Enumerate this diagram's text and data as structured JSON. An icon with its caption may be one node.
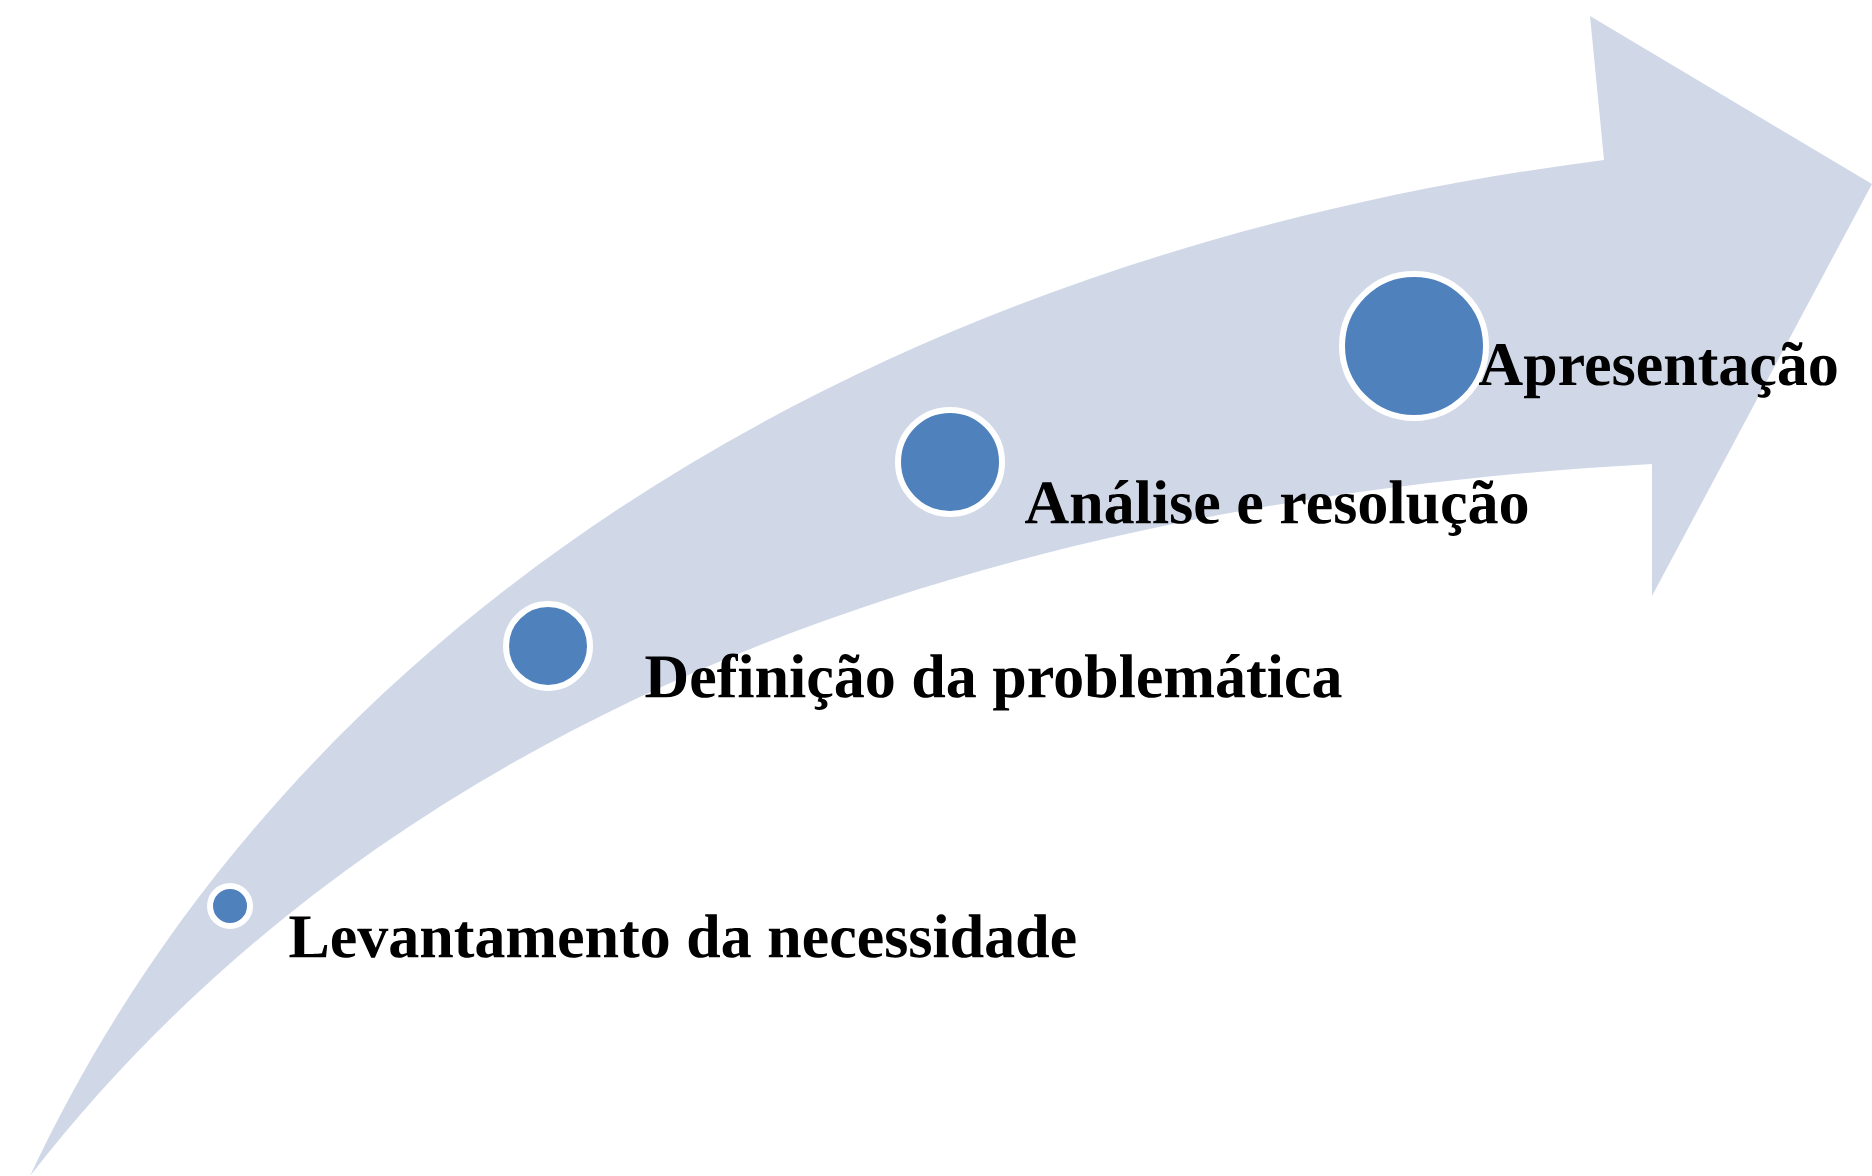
{
  "diagram": {
    "nodes": [
      {
        "text": [
          "Levantamento da necessidade"
        ]
      },
      {
        "text": [
          "Definição da problemática"
        ]
      },
      {
        "text": [
          "Análise e resolução"
        ]
      },
      {
        "text": [
          "Apresentação"
        ]
      }
    ]
  }
}
